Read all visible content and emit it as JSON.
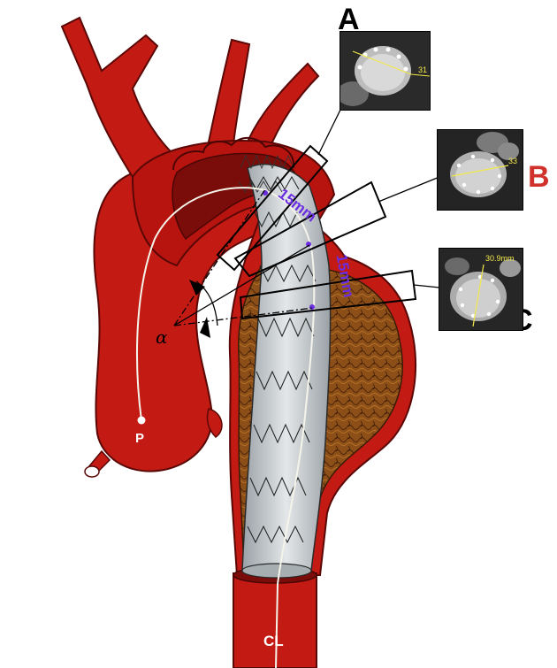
{
  "labels": {
    "panel_a": "A",
    "panel_b": "B",
    "panel_c": "C",
    "proximal_point": "P",
    "centerline": "CL",
    "distance_1": "15mm",
    "distance_2": "15mm",
    "angle_symbol": "α"
  },
  "ct_measurements": {
    "a": "31",
    "b": "33",
    "c": "30.9mm"
  },
  "colors": {
    "aorta": "#c41a14",
    "aorta_dark": "#7a0d0a",
    "stent_graft": "#c4c9cc",
    "thrombus": "#8a4a16",
    "panel_b_label": "#d0312a",
    "measurement_text": "#6a2ee0",
    "ct_measurement": "#f2e84a"
  }
}
